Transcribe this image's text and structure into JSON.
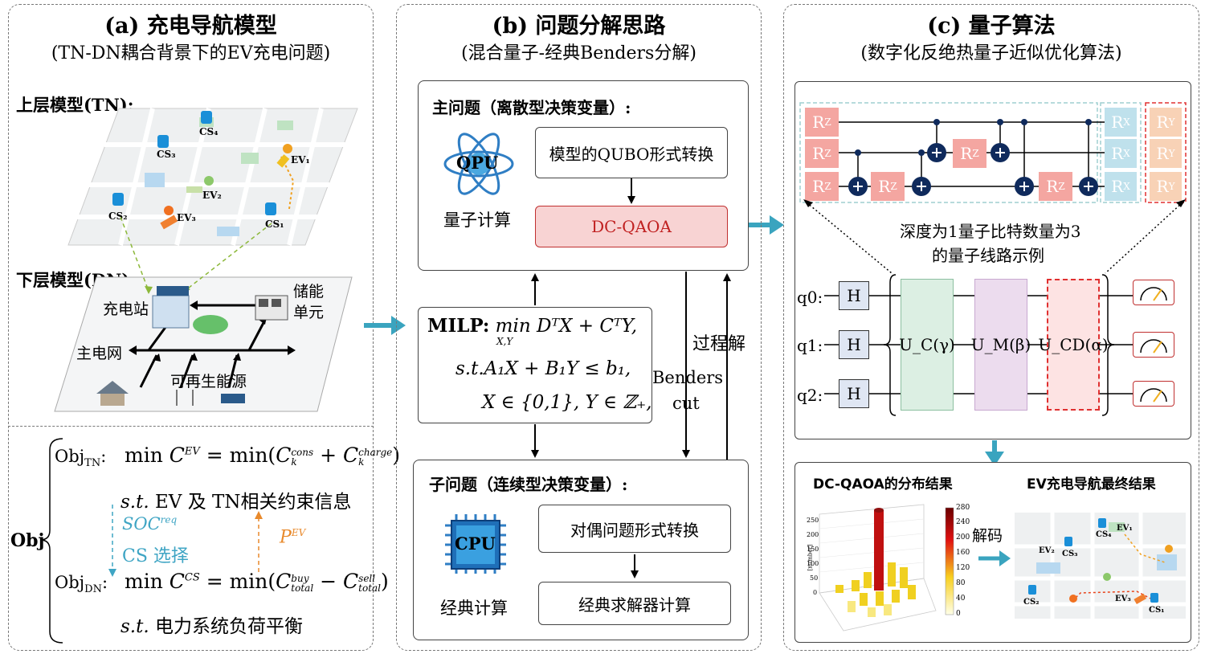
{
  "panel_a": {
    "title": "(a) 充电导航模型",
    "subtitle": "(TN-DN耦合背景下的EV充电问题)",
    "upper_label": "上层模型(TN):",
    "lower_label": "下层模型(DN):",
    "map_labels": [
      "CS₄",
      "CS₃",
      "EV₁",
      "EV₂",
      "CS₂",
      "EV₃",
      "CS₁"
    ],
    "grid_labels": {
      "station": "充电站",
      "storage": "储能\n单元",
      "main_grid": "主电网",
      "renewable": "可再生能源"
    },
    "obj": {
      "label": "Obj",
      "tn_name": "Obj",
      "tn_sub": "TN",
      "tn_formula": "min C^EV = min(C_k^cons + C_k^charge)",
      "tn_constraint_st": "s.t.",
      "tn_constraint": "EV 及 TN相关约束信息",
      "soc_req": "SOC",
      "soc_sup": "req",
      "cs_select": "CS 选择",
      "p_ev": "P",
      "p_ev_sup": "EV",
      "dn_name": "Obj",
      "dn_sub": "DN",
      "dn_formula": "min C^CS = min(C_total^buy − C_total^sell)",
      "dn_constraint_st": "s.t.",
      "dn_constraint": "电力系统负荷平衡"
    }
  },
  "panel_b": {
    "title": "(b) 问题分解思路",
    "subtitle": "(混合量子-经典Benders分解)",
    "master_title": "主问题（离散型决策变量）:",
    "qpu_label": "QPU",
    "quantum_label": "量子计算",
    "qubo_box": "模型的QUBO形式转换",
    "dcqaoa_box": "DC-QAOA",
    "milp_label": "MILP:",
    "milp_line1": "min DᵀX + CᵀY,",
    "milp_line1_sub": "X,Y",
    "milp_line2": "s.t.A₁X + B₁Y ≤ b₁,",
    "milp_line3": "X ∈ {0,1}, Y ∈ ℤ₊,",
    "benders": "Benders",
    "cut": "cut",
    "process_sol": "过程解",
    "sub_title": "子问题（连续型决策变量）:",
    "cpu_label": "CPU",
    "classical_label": "经典计算",
    "dual_box": "对偶问题形式转换",
    "solver_box": "经典求解器计算"
  },
  "panel_c": {
    "title": "(c) 量子算法",
    "subtitle": "(数字化反绝热量子近似优化算法)",
    "circuit_caption_1": "深度为1量子比特数量为3",
    "circuit_caption_2": "的量子线路示例",
    "rz": "R",
    "rz_sub": "Z",
    "rx": "R",
    "rx_sub": "X",
    "ry": "R",
    "ry_sub": "Y",
    "qubits": [
      "q0:",
      "q1:",
      "q2:"
    ],
    "h": "H",
    "uc": "U_C(γ)",
    "um": "U_M(β)",
    "ucd": "U_CD(α)",
    "dist_title": "DC-QAOA的分布结果",
    "final_title": "EV充电导航最终结果",
    "decode": "解码",
    "colorbar_ticks": [
      "280",
      "240",
      "200",
      "160",
      "120",
      "80",
      "40",
      "0"
    ],
    "zticks": [
      "250",
      "200",
      "150",
      "100",
      "50",
      "0"
    ],
    "zlabel": "[number]",
    "map_labels": [
      "CS₄",
      "EV₁",
      "EV₂",
      "CS₃",
      "CS₂",
      "EV₃",
      "CS₁"
    ]
  },
  "colors": {
    "rz_fill": "#f4a6a1",
    "rx_fill": "#bfe1ec",
    "ry_fill": "#f8d2b6",
    "dcqaoa_fill": "#f8d3d3",
    "arrow_teal": "#3aa4bf",
    "soc_teal": "#3fa5c4",
    "pev_orange": "#e8892b",
    "uc_fill": "#dcefe3",
    "um_fill": "#ecdcee",
    "ucd_fill": "#fde3e3",
    "h_fill": "#dfe6f3",
    "cnot_fill": "#0f2a5c"
  }
}
